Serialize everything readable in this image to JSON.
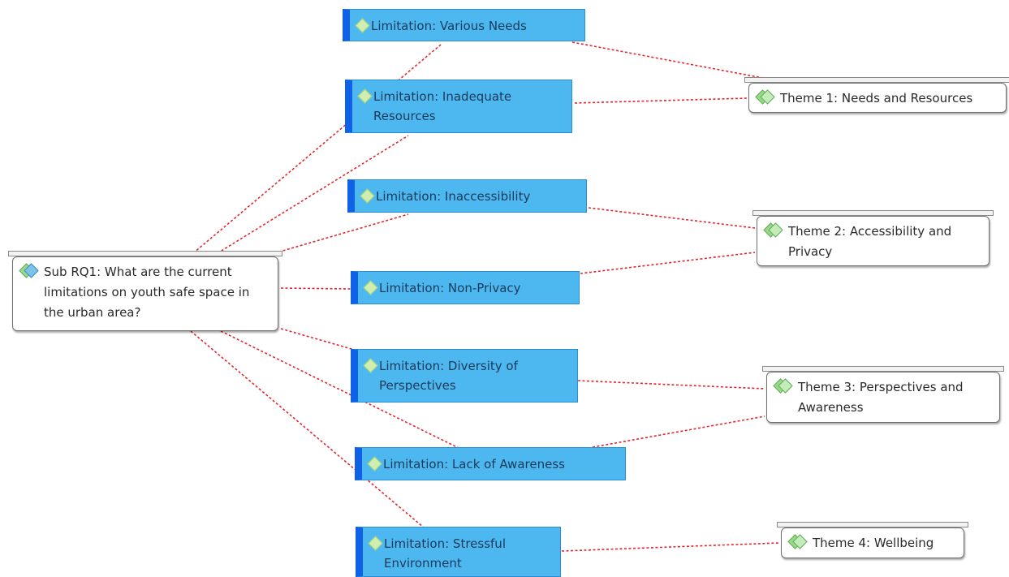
{
  "root": {
    "label": "Sub RQ1: What are the current limitations on youth safe space in the urban area?"
  },
  "limitations": [
    {
      "id": "various-needs",
      "label": "Limitation: Various Needs"
    },
    {
      "id": "inadequate-resources",
      "label": "Limitation: Inadequate Resources"
    },
    {
      "id": "inaccessibility",
      "label": "Limitation: Inaccessibility"
    },
    {
      "id": "non-privacy",
      "label": "Limitation: Non-Privacy"
    },
    {
      "id": "diversity-of-perspectives",
      "label": "Limitation: Diversity of Perspectives"
    },
    {
      "id": "lack-of-awareness",
      "label": "Limitation: Lack of Awareness"
    },
    {
      "id": "stressful-environment",
      "label": "Limitation: Stressful Environment"
    }
  ],
  "themes": [
    {
      "id": "theme-1",
      "label": "Theme 1: Needs and Resources"
    },
    {
      "id": "theme-2",
      "label": "Theme 2: Accessibility and Privacy"
    },
    {
      "id": "theme-3",
      "label": "Theme 3: Perspectives and Awareness"
    },
    {
      "id": "theme-4",
      "label": "Theme 4: Wellbeing"
    }
  ],
  "colors": {
    "limitation_fill": "#4db8f0",
    "limitation_accent": "#0f62e8",
    "link": "#e0282e",
    "box_border": "#707070"
  },
  "icons": {
    "limitation": "diamond-icon",
    "theme": "code-diamond-icon",
    "root": "question-code-icon"
  }
}
